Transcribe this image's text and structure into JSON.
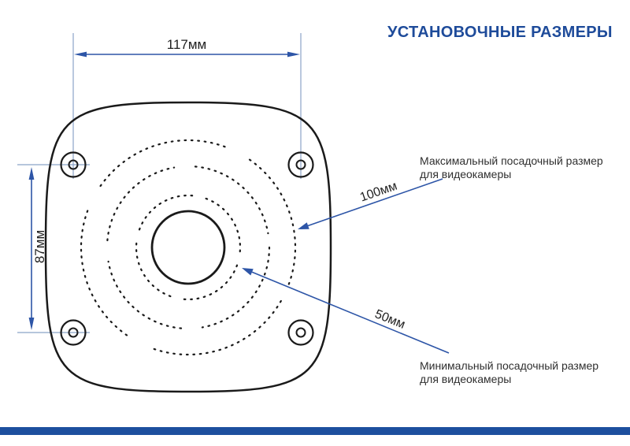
{
  "title": "УСТАНОВОЧНЫЕ РАЗМЕРЫ",
  "dimensions": {
    "hole_spacing_horizontal": "117мм",
    "hole_spacing_vertical": "87мм",
    "max_mount_diameter": "100мм",
    "min_mount_diameter": "50мм"
  },
  "callouts": {
    "max": {
      "line1": "Максимальный посадочный размер",
      "line2": "для видеокамеры"
    },
    "min": {
      "line1": "Минимальный посадочный размер",
      "line2": "для видеокамеры"
    }
  },
  "colors": {
    "title_blue": "#1e4b9a",
    "dimension_blue": "#2d55a7",
    "extension_line": "#8ba3c7",
    "drawing_black": "#1a1a1a",
    "text_dark": "#2f2f2f",
    "footer_bar": "#1d4f9e"
  }
}
